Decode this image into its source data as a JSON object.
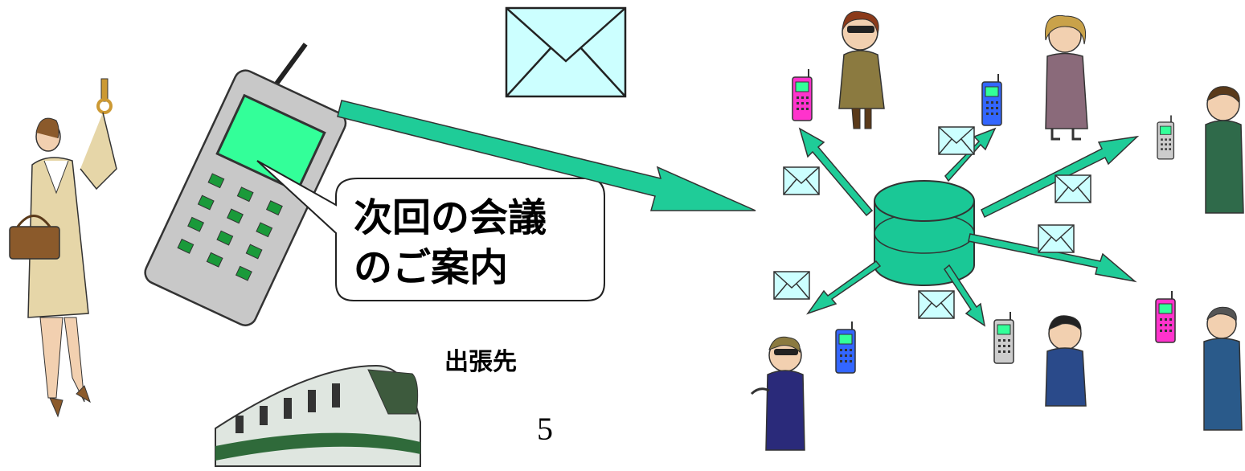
{
  "callout": {
    "line1": "次回の会議",
    "line2": "のご案内"
  },
  "destination_label": "出張先",
  "page_number": "5",
  "colors": {
    "arrow": "#1fcc98",
    "server": "#1ac896",
    "envelope": "#ccffff",
    "phone_screen": "#33ff99",
    "phone_body": "#c8c8c8"
  },
  "icons": [
    "woman-commuter-icon",
    "mobile-phone-icon",
    "envelope-icon",
    "train-icon",
    "server-icon",
    "person-icon",
    "phone-icon"
  ]
}
